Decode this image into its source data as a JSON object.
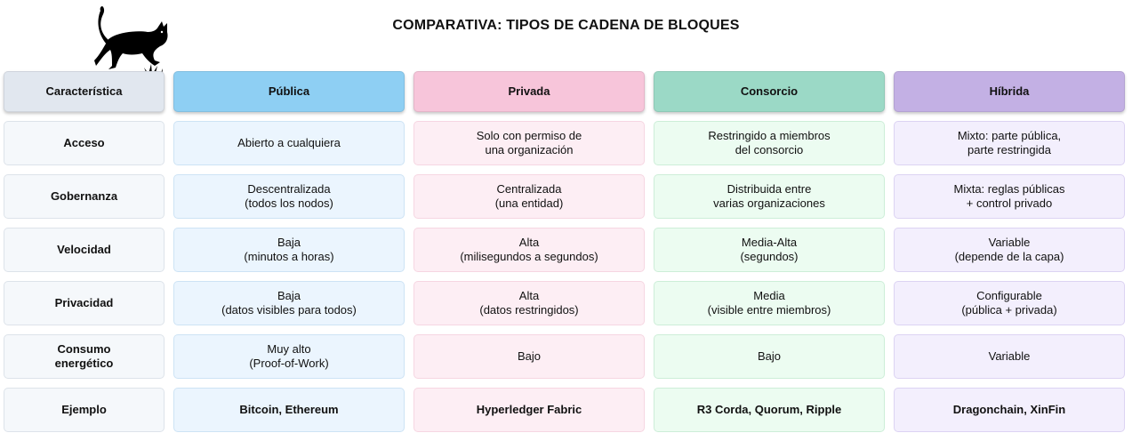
{
  "title": "COMPARATIVA: TIPOS DE CADENA DE BLOQUES",
  "mascot_icon": "cat-icon",
  "colors": {
    "header_caracteristica": "#e1e7ef",
    "header_publica": "#8ecff3",
    "header_privada": "#f7c5da",
    "header_consorcio": "#9bd9c6",
    "header_hibrida": "#c3b0e4"
  },
  "headers": [
    "Característica",
    "Pública",
    "Privada",
    "Consorcio",
    "Híbrida"
  ],
  "rows": [
    {
      "label": "Acceso",
      "cells": [
        "Abierto a cualquiera",
        "Solo con permiso de\nuna organización",
        "Restringido a miembros\ndel consorcio",
        "Mixto: parte pública,\nparte restringida"
      ]
    },
    {
      "label": "Gobernanza",
      "cells": [
        "Descentralizada\n(todos los nodos)",
        "Centralizada\n(una entidad)",
        "Distribuida entre\nvarias organizaciones",
        "Mixta: reglas públicas\n+ control privado"
      ]
    },
    {
      "label": "Velocidad",
      "cells": [
        "Baja\n(minutos a horas)",
        "Alta\n(milisegundos a segundos)",
        "Media-Alta\n(segundos)",
        "Variable\n(depende de la capa)"
      ]
    },
    {
      "label": "Privacidad",
      "cells": [
        "Baja\n(datos visibles para todos)",
        "Alta\n(datos restringidos)",
        "Media\n(visible entre miembros)",
        "Configurable\n(pública + privada)"
      ]
    },
    {
      "label": "Consumo\nenergético",
      "cells": [
        "Muy alto\n(Proof-of-Work)",
        "Bajo",
        "Bajo",
        "Variable"
      ]
    },
    {
      "label": "Ejemplo",
      "cells": [
        "Bitcoin, Ethereum",
        "Hyperledger Fabric",
        "R3 Corda, Quorum, Ripple",
        "Dragonchain, XinFin"
      ]
    }
  ]
}
